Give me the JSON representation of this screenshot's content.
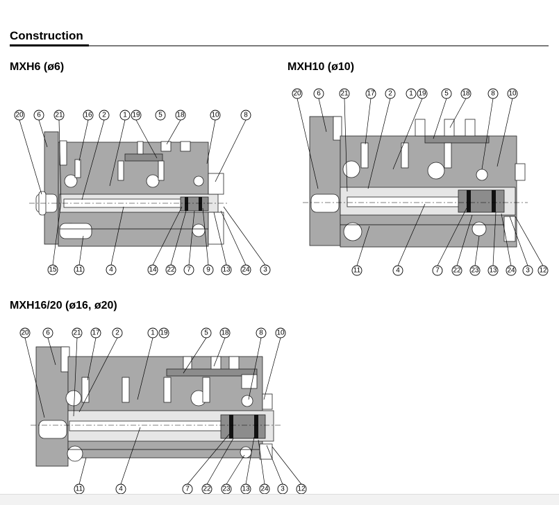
{
  "section": {
    "title": "Construction"
  },
  "figures": [
    {
      "id": "mxh6",
      "title": "MXH6 (ø6)",
      "top_labels": [
        "20",
        "6",
        "21",
        "16",
        "2",
        "1",
        "19",
        "5",
        "18",
        "10",
        "8"
      ],
      "bottom_labels": [
        "15",
        "11",
        "4",
        "14",
        "22",
        "7",
        "9",
        "13",
        "24",
        "3"
      ]
    },
    {
      "id": "mxh10",
      "title": "MXH10 (ø10)",
      "top_labels": [
        "20",
        "6",
        "21",
        "17",
        "2",
        "1",
        "19",
        "5",
        "18",
        "8",
        "10"
      ],
      "bottom_labels": [
        "11",
        "4",
        "7",
        "22",
        "23",
        "13",
        "24",
        "3",
        "12"
      ]
    },
    {
      "id": "mxh16",
      "title": "MXH16/20 (ø16, ø20)",
      "top_labels": [
        "20",
        "6",
        "21",
        "17",
        "2",
        "1",
        "19",
        "5",
        "18",
        "8",
        "10"
      ],
      "bottom_labels": [
        "11",
        "4",
        "7",
        "22",
        "23",
        "13",
        "24",
        "3",
        "12"
      ]
    }
  ]
}
